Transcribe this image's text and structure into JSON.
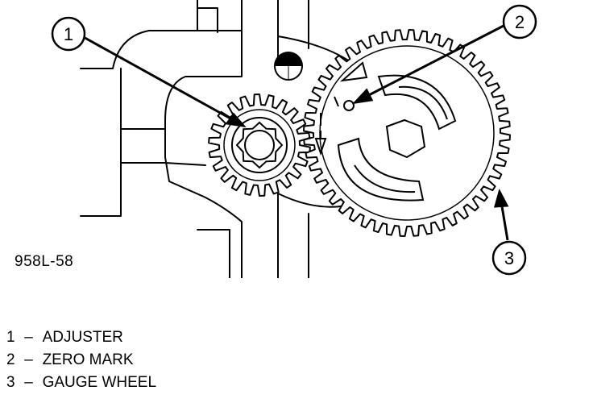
{
  "figure_id": "958L-58",
  "callouts": [
    {
      "number": "1"
    },
    {
      "number": "2"
    },
    {
      "number": "3"
    }
  ],
  "legend": [
    {
      "number": "1",
      "separator": "–",
      "label": "ADJUSTER"
    },
    {
      "number": "2",
      "separator": "–",
      "label": "ZERO MARK"
    },
    {
      "number": "3",
      "separator": "–",
      "label": "GAUGE WHEEL"
    }
  ],
  "colors": {
    "ink": "#000000",
    "background": "#ffffff"
  }
}
